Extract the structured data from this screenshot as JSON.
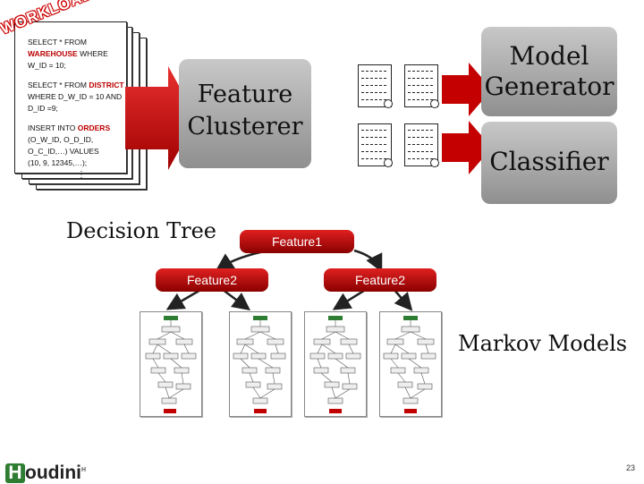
{
  "workload_label": "WORKLOAD",
  "sql": {
    "q1_a": "SELECT * FROM",
    "q1_kw": "WAREHOUSE",
    "q1_b": "WHERE",
    "q1_c": "W_ID = 10;",
    "q2_a": "SELECT * FROM",
    "q2_kw": "DISTRICT",
    "q2_b": "WHERE D_W_ID = 10 AND",
    "q2_c": "D_ID =9;",
    "q3_a": "INSERT INTO",
    "q3_kw": "ORDERS",
    "q3_b": "(O_W_ID, O_D_ID,",
    "q3_c": "O_C_ID,…) VALUES",
    "q3_d": "(10, 9, 12345,…);",
    "tail": "⋮"
  },
  "feature_clusterer": "Feature Clusterer",
  "model_generator": "Model Generator",
  "classifier": "Classifier",
  "decision_tree": "Decision Tree",
  "markov_models": "Markov Models",
  "tree_nodes": {
    "root": "Feature1",
    "left": "Feature2",
    "right": "Feature2"
  },
  "logo": {
    "h": "H",
    "text": "oudini",
    "mark": "H"
  },
  "page_number": "23",
  "colors": {
    "red": "#c00000",
    "grey": "#a6a6a6",
    "green": "#2e7d32"
  }
}
